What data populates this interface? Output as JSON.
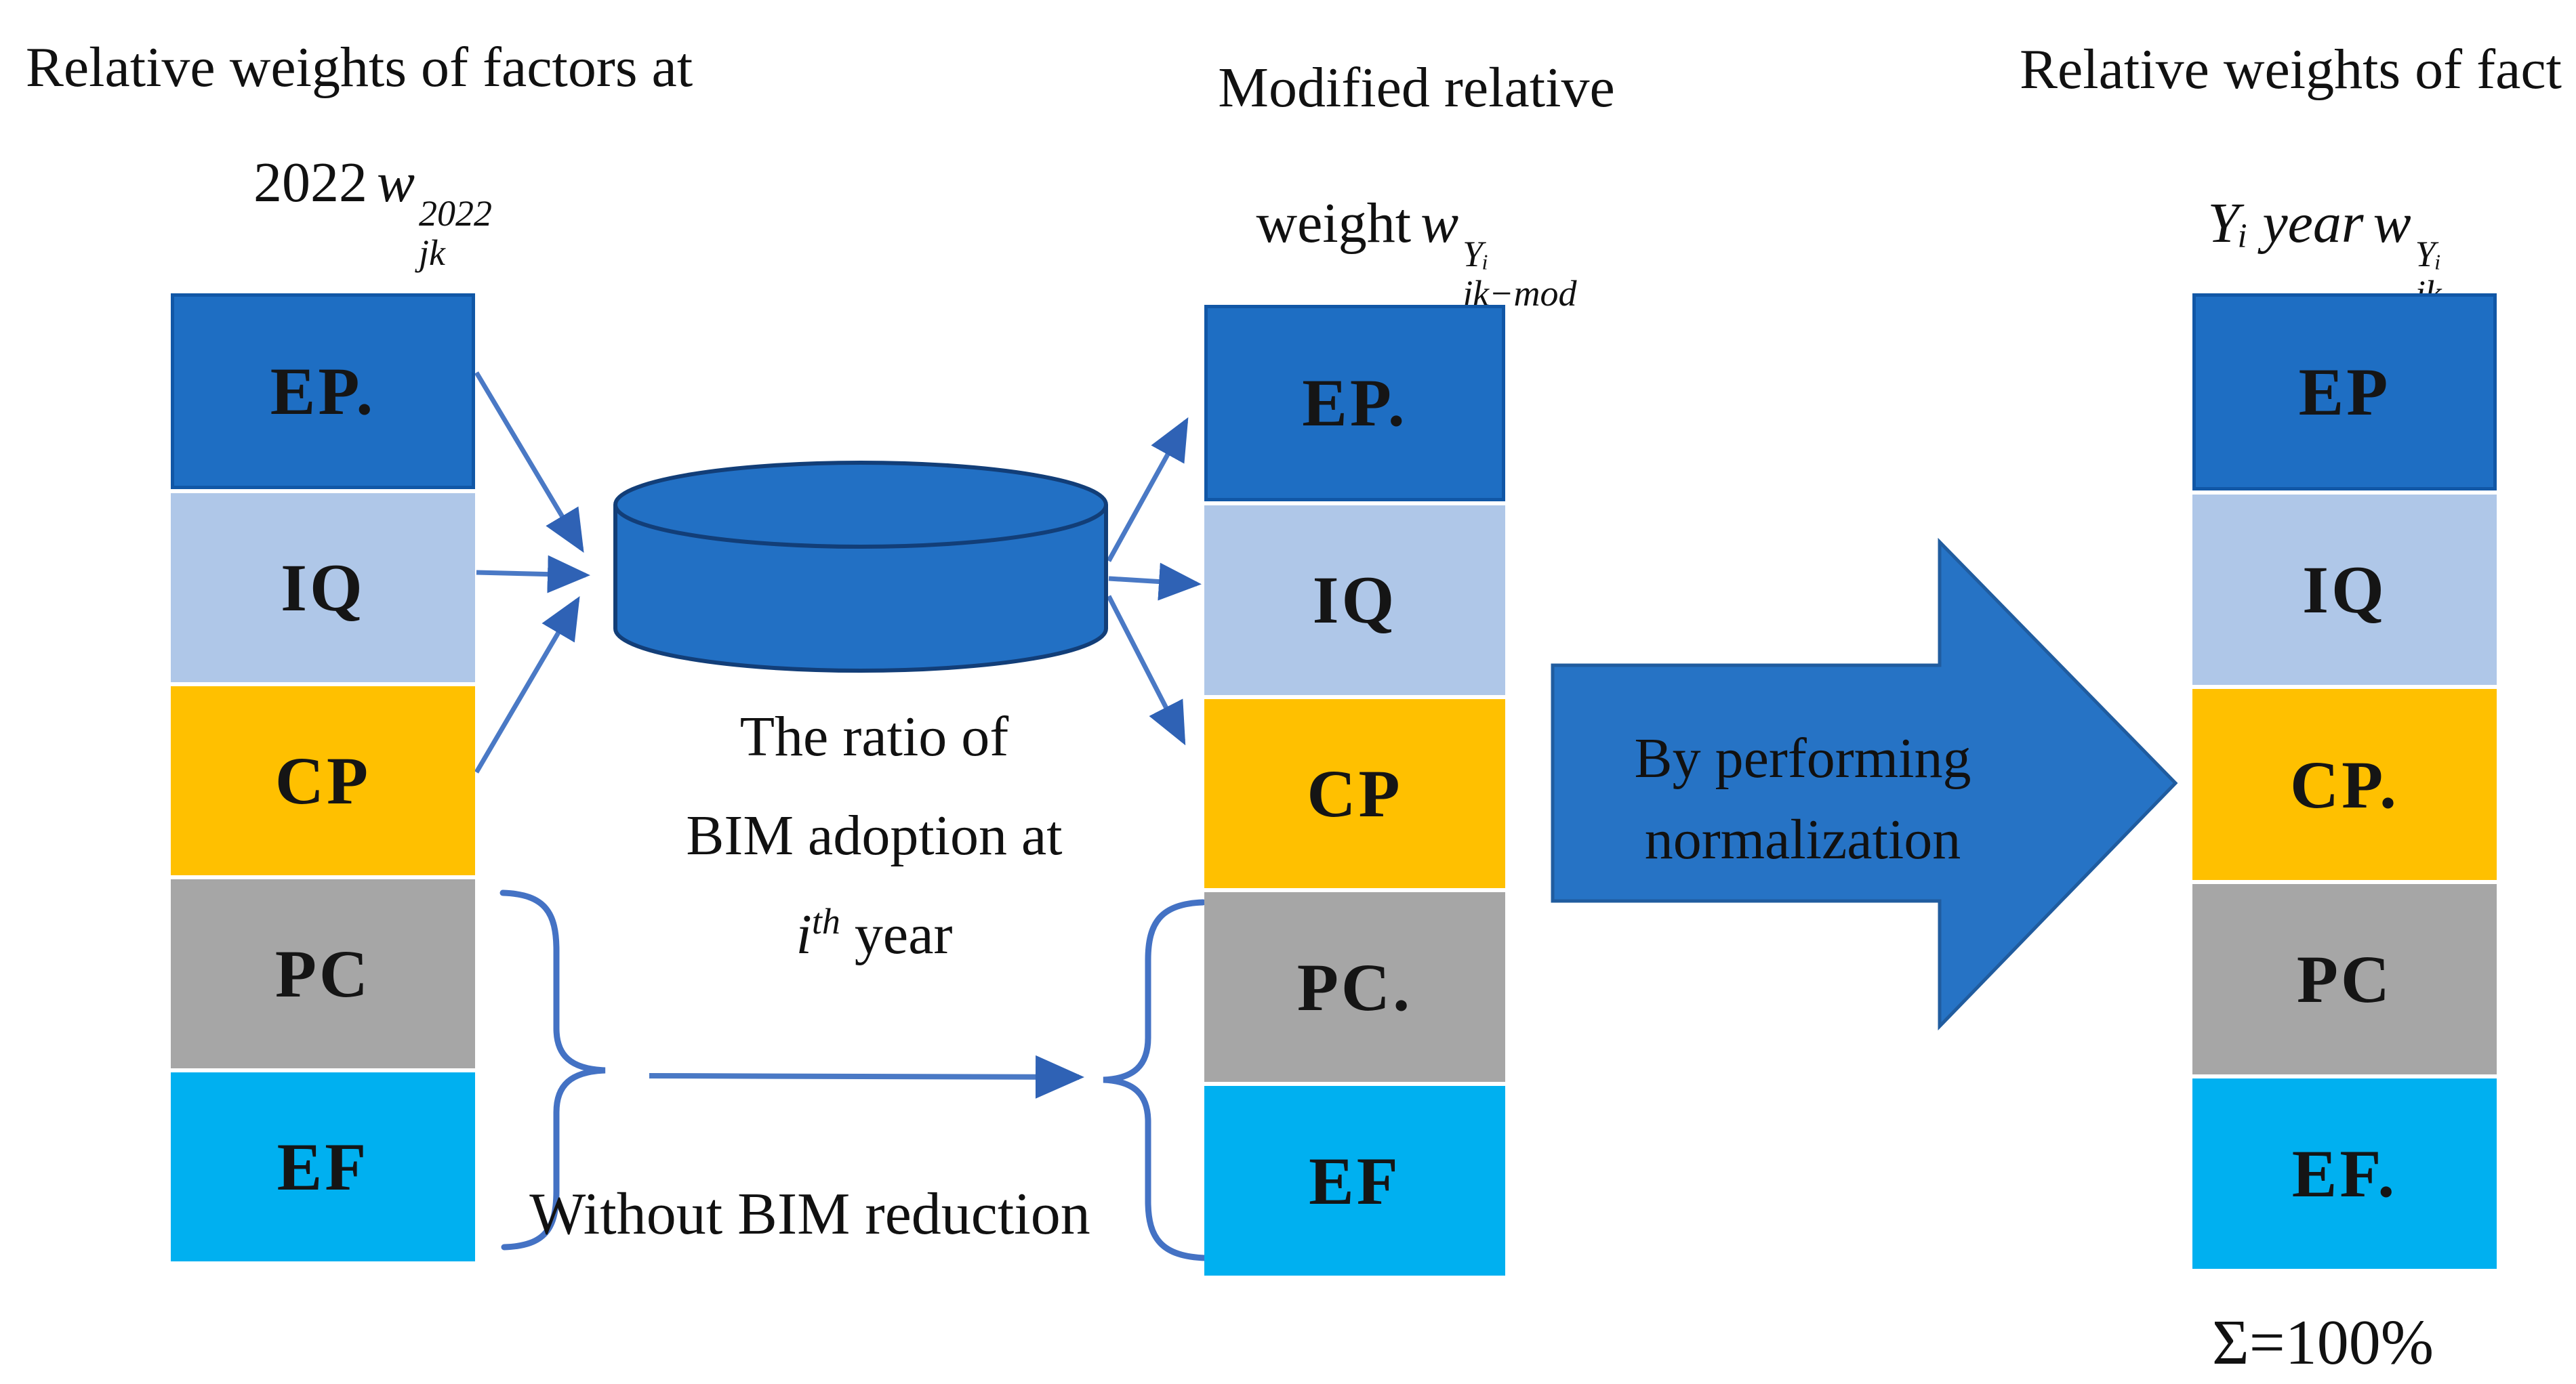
{
  "titles": {
    "left": {
      "line1": "Relative weights of factors at",
      "formula": {
        "prefix": "2022",
        "base": "w",
        "sup": "2022",
        "sub": "jk"
      }
    },
    "middle": {
      "line1": "Modified relative",
      "formula": {
        "prefix": "weight",
        "base": "w",
        "sup": "Yᵢ",
        "sub": "jk−mod"
      }
    },
    "right": {
      "line1": "Relative weights of fact",
      "formula": {
        "prefix": "Yᵢ year",
        "base": "w",
        "sup": "Yᵢ",
        "sub": "jk"
      }
    }
  },
  "columns": {
    "left": {
      "segments": [
        {
          "label": "EP.",
          "color": "#1E6EC3"
        },
        {
          "label": "IQ",
          "color": "#AFC7E8"
        },
        {
          "label": "CP",
          "color": "#FFC000"
        },
        {
          "label": "PC",
          "color": "#A6A6A6"
        },
        {
          "label": "EF",
          "color": "#00B0F0"
        }
      ]
    },
    "middle": {
      "segments": [
        {
          "label": "EP.",
          "color": "#1E6EC3"
        },
        {
          "label": "IQ",
          "color": "#AFC7E8"
        },
        {
          "label": "CP",
          "color": "#FFC000"
        },
        {
          "label": "PC.",
          "color": "#A6A6A6"
        },
        {
          "label": "EF",
          "color": "#00B0F0"
        }
      ]
    },
    "right": {
      "segments": [
        {
          "label": "EP",
          "color": "#1E6EC3"
        },
        {
          "label": "IQ",
          "color": "#AFC7E8"
        },
        {
          "label": "CP.",
          "color": "#FFC000"
        },
        {
          "label": "PC",
          "color": "#A6A6A6"
        },
        {
          "label": "EF.",
          "color": "#00B0F0"
        }
      ]
    }
  },
  "cylinder": {
    "color": "#2270C4",
    "caption_line1": "The ratio of",
    "caption_line2": "BIM adoption at",
    "caption_line3_pre": "i",
    "caption_line3_sup": "th",
    "caption_line3_post": " year"
  },
  "big_arrow": {
    "color": "#2673C5",
    "line1": "By performing",
    "line2": "normalization"
  },
  "annotations": {
    "without_bim": "Without BIM reduction",
    "sum": "Σ=100%"
  },
  "colors": {
    "ep_border": "#1157A6",
    "thin_arrow": "#4A79C5",
    "arrowhead": "#2F62B5",
    "brace": "#4472C4",
    "cylinder_stroke": "#123E78",
    "big_arrow_stroke": "#205C9F"
  }
}
